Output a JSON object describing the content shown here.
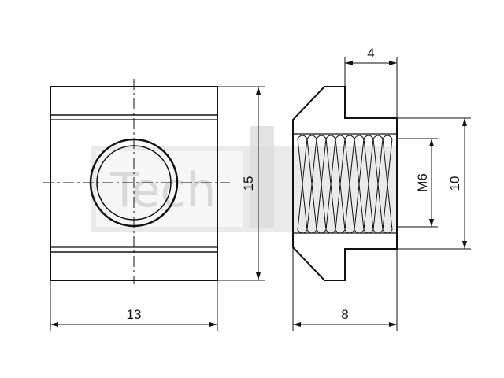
{
  "drawing": {
    "part": "T-slot nut",
    "watermark": "Tech",
    "dimensions": {
      "front_width": "13",
      "front_height": "15",
      "side_length": "8",
      "flange_width": "4",
      "thread_size": "M6",
      "collar_height": "10"
    }
  }
}
